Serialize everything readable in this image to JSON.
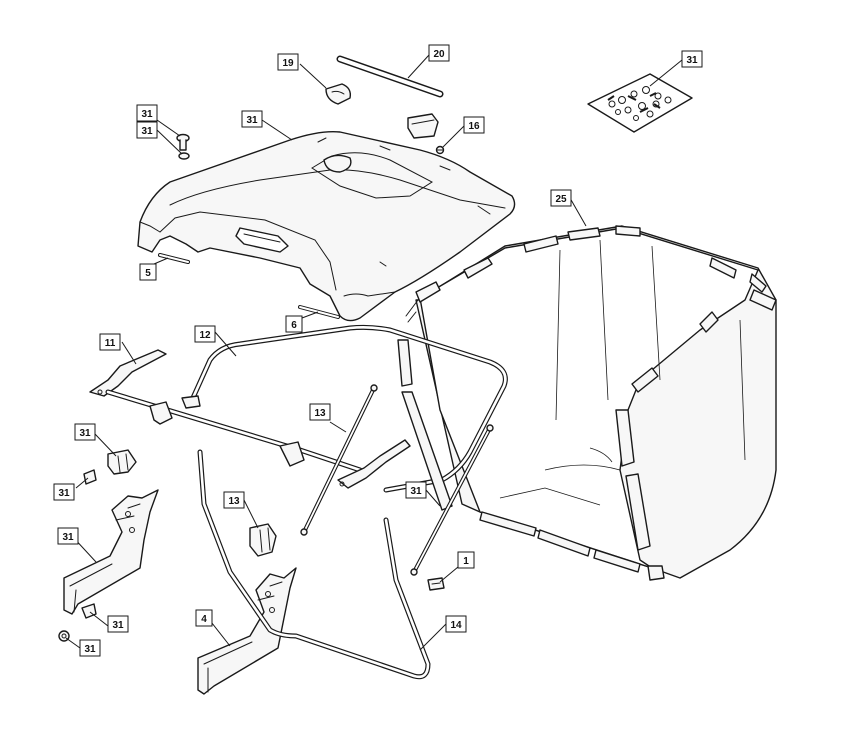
{
  "callouts": [
    {
      "label": "19"
    },
    {
      "label": "20"
    },
    {
      "label": "31"
    },
    {
      "label": "31"
    },
    {
      "label": "31"
    },
    {
      "label": "16"
    },
    {
      "label": "31"
    },
    {
      "label": "25"
    },
    {
      "label": "5"
    },
    {
      "label": "6"
    },
    {
      "label": "11"
    },
    {
      "label": "12"
    },
    {
      "label": "13"
    },
    {
      "label": "31"
    },
    {
      "label": "31"
    },
    {
      "label": "13"
    },
    {
      "label": "31"
    },
    {
      "label": "1"
    },
    {
      "label": "31"
    },
    {
      "label": "31"
    },
    {
      "label": "31"
    },
    {
      "label": "4"
    },
    {
      "label": "14"
    }
  ]
}
